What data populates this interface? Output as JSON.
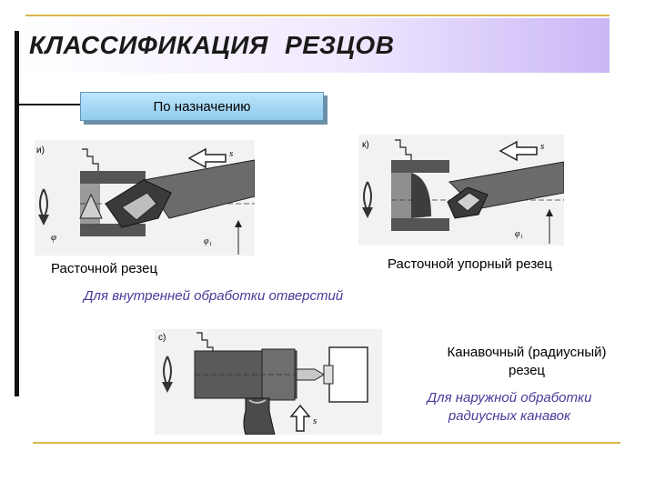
{
  "slide": {
    "title": "КЛАССИФИКАЦИЯ  РЕЗЦОВ",
    "category": "По назначению",
    "figures": [
      {
        "letter": "и)",
        "name": "Расточной резец"
      },
      {
        "letter": "к)",
        "name": "Расточной  упорный  резец"
      },
      {
        "letter": "с)",
        "name": "Канавочный  (радиусный)\nрезец"
      }
    ],
    "descriptions": {
      "internal": "Для  внутренней обработки  отверстий",
      "external": "Для наружной обработки\nрадиусных канавок"
    },
    "drawing_labels": {
      "feed": "s",
      "angle": "φ",
      "angle1": "φ₁"
    }
  },
  "colors": {
    "accent_line": "#d9b84a",
    "title_gradient_end": "#c9b7f6",
    "box_fill": "#8fcbec",
    "desc_text": "#4a3a9a"
  }
}
